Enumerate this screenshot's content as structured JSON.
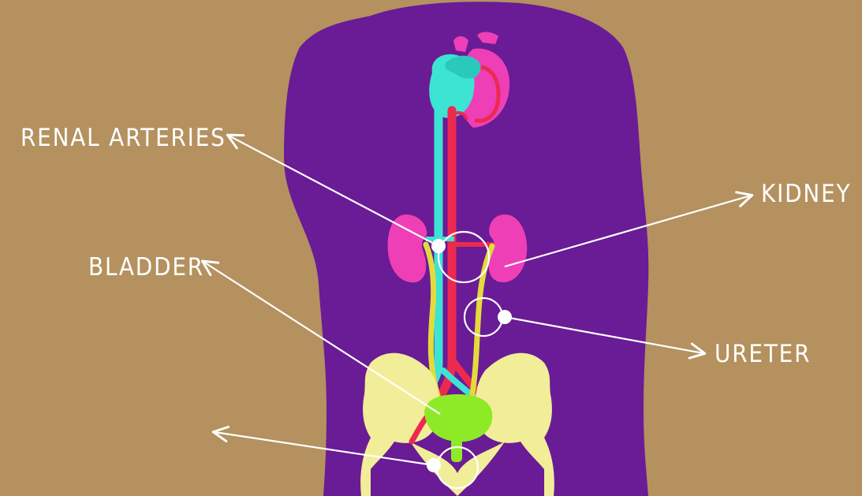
{
  "labels": {
    "renal_arteries": "RENAL ARTERIES",
    "kidney": "KIDNEY",
    "bladder": "BLADDER",
    "ureter": "URETER"
  },
  "colors": {
    "background": "#b4915f",
    "body": "#6a1b96",
    "kidney": "#ee3fb7",
    "artery": "#ec2a4f",
    "vein": "#3de3d3",
    "ureter": "#e4da3c",
    "pelvis": "#f2ed98",
    "bladder": "#8eea26",
    "arrow": "#ffffff"
  }
}
